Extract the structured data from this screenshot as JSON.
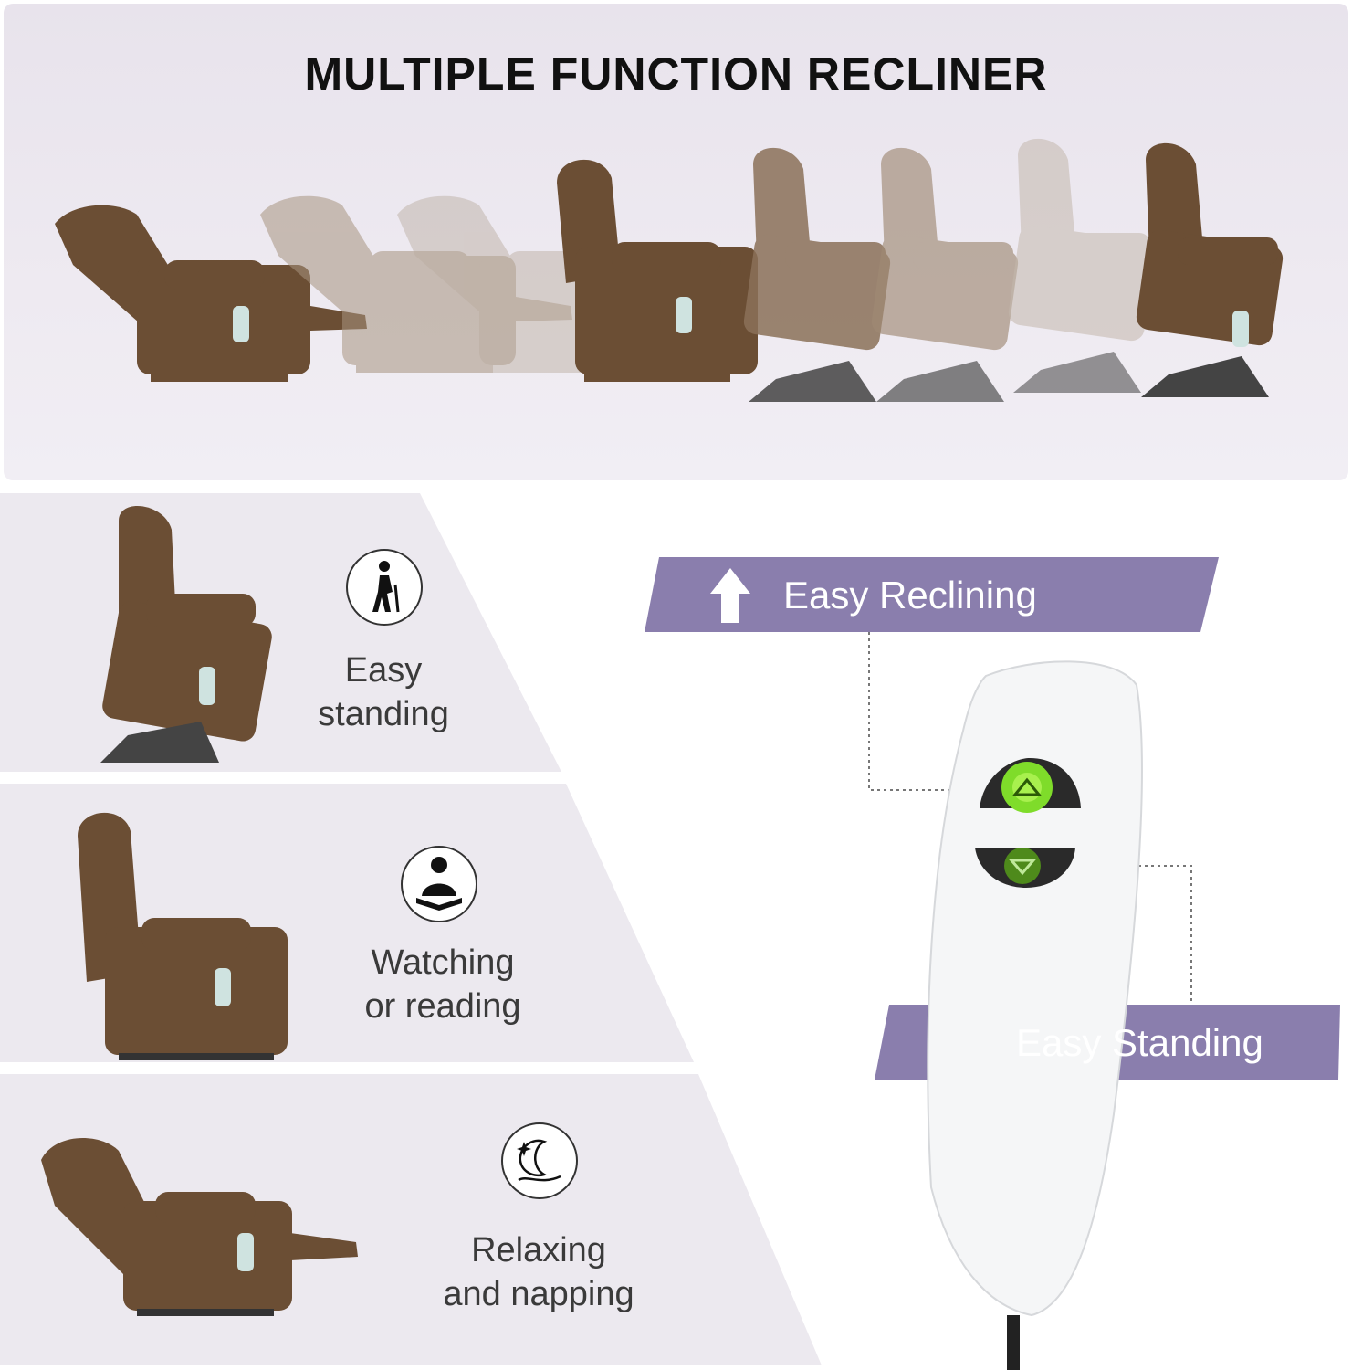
{
  "title": "MULTIPLE FUNCTION RECLINER",
  "features": [
    {
      "label_line1": "Easy",
      "label_line2": "standing",
      "icon": "walking-cane-person-icon"
    },
    {
      "label_line1": "Watching",
      "label_line2": "or reading",
      "icon": "person-reading-icon"
    },
    {
      "label_line1": "Relaxing",
      "label_line2": "and napping",
      "icon": "moon-star-sleep-icon"
    }
  ],
  "remote": {
    "top_label": "Easy Reclining",
    "bottom_label": "Easy Standing"
  },
  "colors": {
    "banner": "#8a7ead",
    "chair_brown": "#6b4e34",
    "button_green": "#7fdc2a",
    "panel_bg": "#ece9ef"
  }
}
